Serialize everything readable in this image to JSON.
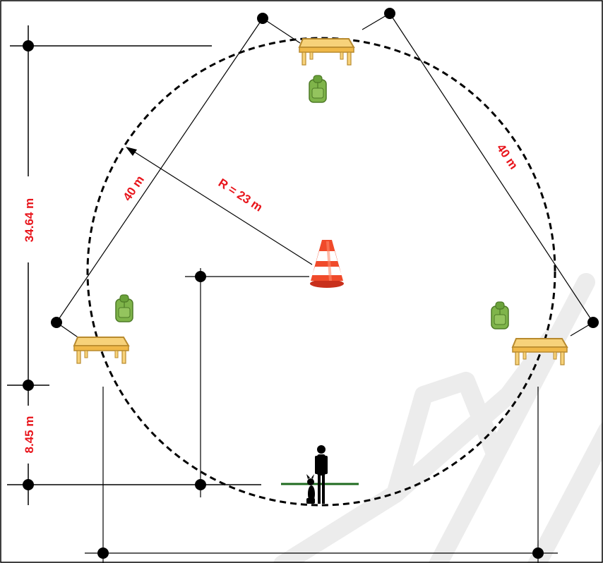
{
  "diagram": {
    "labels": {
      "radius": "R = 23 m",
      "side_left": "40 m",
      "side_right": "40 m",
      "vertical_top": "34.64 m",
      "vertical_bottom": "8.45 m"
    },
    "colors": {
      "label": "#e8141b",
      "line": "#000000",
      "circle": "#000000",
      "start_line": "#1f6b1f",
      "table_top": "#f7d27a",
      "table_edge": "#b88a2e",
      "backpack": "#7fb44a",
      "cone_orange": "#f04a2a",
      "watermark": "#ececec"
    },
    "icons": [
      "table-icon",
      "backpack-icon",
      "traffic-cone-icon",
      "handler-with-dog-icon"
    ]
  }
}
